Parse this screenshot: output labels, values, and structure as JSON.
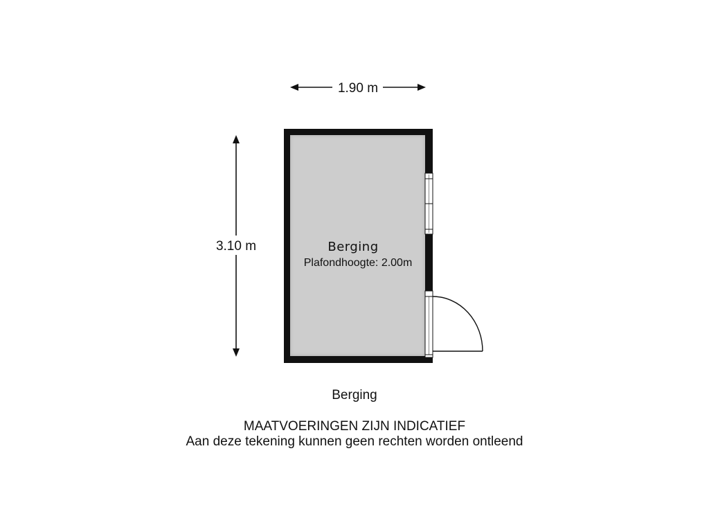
{
  "floorplan": {
    "width_dimension": "1.90 m",
    "depth_dimension": "3.10 m",
    "room": {
      "name": "Berging",
      "ceiling_height": "Plafondhoogte: 2.00m"
    },
    "floor_name": "Berging"
  },
  "disclaimer": {
    "line1": "MAATVOERINGEN ZIJN INDICATIEF",
    "line2": "Aan deze tekening kunnen geen rechten worden ontleend"
  },
  "colors": {
    "wall": "#111111",
    "room_fill": "#cdcdcd",
    "text": "#111111",
    "background": "#ffffff"
  }
}
